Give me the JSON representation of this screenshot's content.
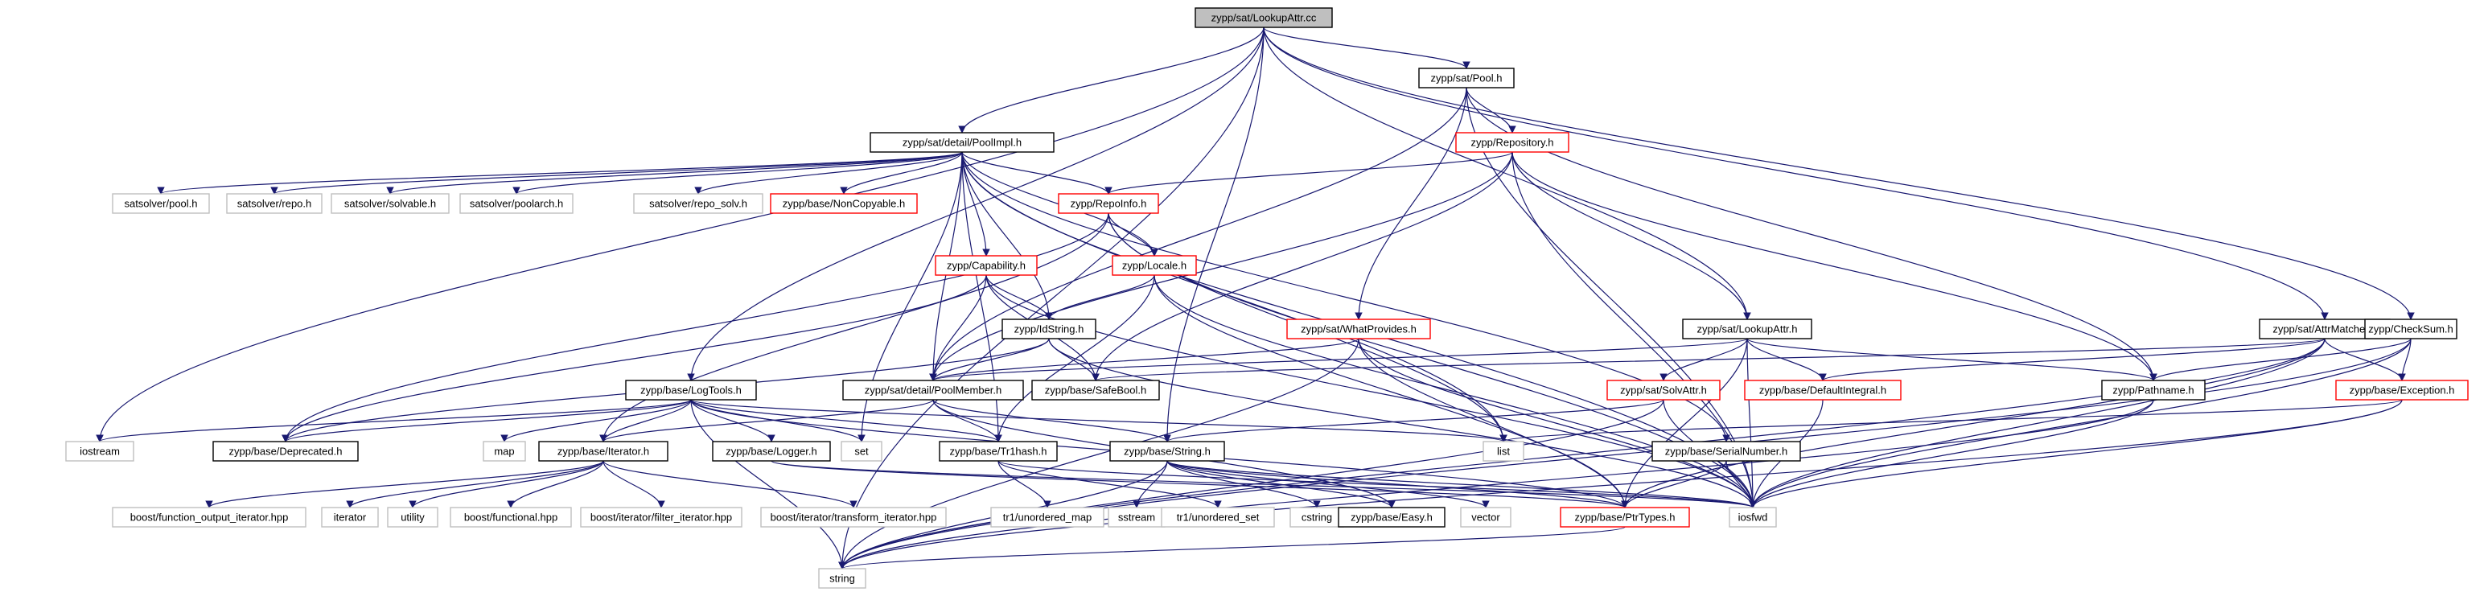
{
  "edge_color": "#191970",
  "node_border_colors": {
    "root": "#000000",
    "normal": "#000000",
    "red": "#ff0000",
    "gray": "#bfbfbf"
  },
  "root_fill": "#bfbfbf",
  "nodes": [
    {
      "id": "root",
      "label": "zypp/sat/LookupAttr.cc",
      "kind": "root"
    },
    {
      "id": "poolimpl",
      "label": "zypp/sat/detail/PoolImpl.h",
      "kind": "normal"
    },
    {
      "id": "pool",
      "label": "zypp/sat/Pool.h",
      "kind": "normal"
    },
    {
      "id": "repository",
      "label": "zypp/Repository.h",
      "kind": "red"
    },
    {
      "id": "attrmatcher",
      "label": "zypp/sat/AttrMatcher.h",
      "kind": "normal"
    },
    {
      "id": "checksum",
      "label": "zypp/CheckSum.h",
      "kind": "normal"
    },
    {
      "id": "solvpool",
      "label": "satsolver/pool.h",
      "kind": "gray"
    },
    {
      "id": "solvrepo",
      "label": "satsolver/repo.h",
      "kind": "gray"
    },
    {
      "id": "solvsolvable",
      "label": "satsolver/solvable.h",
      "kind": "gray"
    },
    {
      "id": "solvpoolarch",
      "label": "satsolver/poolarch.h",
      "kind": "gray"
    },
    {
      "id": "solvreposolv",
      "label": "satsolver/repo_solv.h",
      "kind": "gray"
    },
    {
      "id": "noncopyable",
      "label": "zypp/base/NonCopyable.h",
      "kind": "red"
    },
    {
      "id": "repoinfo",
      "label": "zypp/RepoInfo.h",
      "kind": "red"
    },
    {
      "id": "capability",
      "label": "zypp/Capability.h",
      "kind": "red"
    },
    {
      "id": "locale",
      "label": "zypp/Locale.h",
      "kind": "red"
    },
    {
      "id": "idstring",
      "label": "zypp/IdString.h",
      "kind": "normal"
    },
    {
      "id": "whatprovides",
      "label": "zypp/sat/WhatProvides.h",
      "kind": "red"
    },
    {
      "id": "lookupattrh",
      "label": "zypp/sat/LookupAttr.h",
      "kind": "normal"
    },
    {
      "id": "logtools",
      "label": "zypp/base/LogTools.h",
      "kind": "normal"
    },
    {
      "id": "poolmember",
      "label": "zypp/sat/detail/PoolMember.h",
      "kind": "normal"
    },
    {
      "id": "safebool",
      "label": "zypp/base/SafeBool.h",
      "kind": "normal"
    },
    {
      "id": "solvattr",
      "label": "zypp/sat/SolvAttr.h",
      "kind": "red"
    },
    {
      "id": "defaultintegral",
      "label": "zypp/base/DefaultIntegral.h",
      "kind": "red"
    },
    {
      "id": "pathname",
      "label": "zypp/Pathname.h",
      "kind": "normal"
    },
    {
      "id": "exception",
      "label": "zypp/base/Exception.h",
      "kind": "red"
    },
    {
      "id": "iostream",
      "label": "iostream",
      "kind": "gray"
    },
    {
      "id": "deprecated",
      "label": "zypp/base/Deprecated.h",
      "kind": "normal"
    },
    {
      "id": "map",
      "label": "map",
      "kind": "gray"
    },
    {
      "id": "iterator_h",
      "label": "zypp/base/Iterator.h",
      "kind": "normal"
    },
    {
      "id": "set",
      "label": "set",
      "kind": "gray"
    },
    {
      "id": "logger",
      "label": "zypp/base/Logger.h",
      "kind": "normal"
    },
    {
      "id": "tr1hash",
      "label": "zypp/base/Tr1hash.h",
      "kind": "normal"
    },
    {
      "id": "stringh",
      "label": "zypp/base/String.h",
      "kind": "normal"
    },
    {
      "id": "list",
      "label": "list",
      "kind": "gray"
    },
    {
      "id": "serialnumber",
      "label": "zypp/base/SerialNumber.h",
      "kind": "normal"
    },
    {
      "id": "bfoi",
      "label": "boost/function_output_iterator.hpp",
      "kind": "gray"
    },
    {
      "id": "iterator",
      "label": "iterator",
      "kind": "gray"
    },
    {
      "id": "utility",
      "label": "utility",
      "kind": "gray"
    },
    {
      "id": "bfunctional",
      "label": "boost/functional.hpp",
      "kind": "gray"
    },
    {
      "id": "bfilter",
      "label": "boost/iterator/filter_iterator.hpp",
      "kind": "gray"
    },
    {
      "id": "btransform",
      "label": "boost/iterator/transform_iterator.hpp",
      "kind": "gray"
    },
    {
      "id": "tr1map",
      "label": "tr1/unordered_map",
      "kind": "gray"
    },
    {
      "id": "sstream",
      "label": "sstream",
      "kind": "gray"
    },
    {
      "id": "tr1set",
      "label": "tr1/unordered_set",
      "kind": "gray"
    },
    {
      "id": "cstring",
      "label": "cstring",
      "kind": "gray"
    },
    {
      "id": "easy",
      "label": "zypp/base/Easy.h",
      "kind": "normal"
    },
    {
      "id": "vector",
      "label": "vector",
      "kind": "gray"
    },
    {
      "id": "ptrtypes",
      "label": "zypp/base/PtrTypes.h",
      "kind": "red"
    },
    {
      "id": "iosfwd",
      "label": "iosfwd",
      "kind": "gray"
    },
    {
      "id": "string",
      "label": "string",
      "kind": "gray"
    }
  ],
  "edges": [
    [
      "root",
      "poolimpl"
    ],
    [
      "root",
      "pool"
    ],
    [
      "root",
      "lookupattrh"
    ],
    [
      "root",
      "attrmatcher"
    ],
    [
      "root",
      "checksum"
    ],
    [
      "root",
      "logtools"
    ],
    [
      "root",
      "iostream"
    ],
    [
      "root",
      "stringh"
    ],
    [
      "root",
      "string"
    ],
    [
      "poolimpl",
      "solvpool"
    ],
    [
      "poolimpl",
      "solvrepo"
    ],
    [
      "poolimpl",
      "solvsolvable"
    ],
    [
      "poolimpl",
      "solvpoolarch"
    ],
    [
      "poolimpl",
      "solvreposolv"
    ],
    [
      "poolimpl",
      "noncopyable"
    ],
    [
      "poolimpl",
      "repoinfo"
    ],
    [
      "poolimpl",
      "capability"
    ],
    [
      "poolimpl",
      "locale"
    ],
    [
      "poolimpl",
      "idstring"
    ],
    [
      "poolimpl",
      "poolmember"
    ],
    [
      "poolimpl",
      "tr1hash"
    ],
    [
      "poolimpl",
      "set"
    ],
    [
      "poolimpl",
      "list"
    ],
    [
      "poolimpl",
      "iosfwd"
    ],
    [
      "poolimpl",
      "serialnumber"
    ],
    [
      "pool",
      "repository"
    ],
    [
      "pool",
      "whatprovides"
    ],
    [
      "pool",
      "poolmember"
    ],
    [
      "pool",
      "pathname"
    ],
    [
      "pool",
      "iosfwd"
    ],
    [
      "repository",
      "repoinfo"
    ],
    [
      "repository",
      "lookupattrh"
    ],
    [
      "repository",
      "poolmember"
    ],
    [
      "repository",
      "safebool"
    ],
    [
      "repository",
      "iosfwd"
    ],
    [
      "repository",
      "pathname"
    ],
    [
      "repoinfo",
      "locale"
    ],
    [
      "repoinfo",
      "deprecated"
    ],
    [
      "repoinfo",
      "iterator_h"
    ],
    [
      "repoinfo",
      "iosfwd"
    ],
    [
      "repoinfo",
      "list"
    ],
    [
      "capability",
      "idstring"
    ],
    [
      "capability",
      "poolmember"
    ],
    [
      "capability",
      "safebool"
    ],
    [
      "capability",
      "deprecated"
    ],
    [
      "capability",
      "iosfwd"
    ],
    [
      "locale",
      "idstring"
    ],
    [
      "locale",
      "tr1hash"
    ],
    [
      "locale",
      "ptrtypes"
    ],
    [
      "locale",
      "iosfwd"
    ],
    [
      "idstring",
      "poolmember"
    ],
    [
      "idstring",
      "safebool"
    ],
    [
      "idstring",
      "deprecated"
    ],
    [
      "idstring",
      "iosfwd"
    ],
    [
      "whatprovides",
      "poolmember"
    ],
    [
      "whatprovides",
      "ptrtypes"
    ],
    [
      "whatprovides",
      "iosfwd"
    ],
    [
      "whatprovides",
      "string"
    ],
    [
      "lookupattrh",
      "poolmember"
    ],
    [
      "lookupattrh",
      "solvattr"
    ],
    [
      "lookupattrh",
      "defaultintegral"
    ],
    [
      "lookupattrh",
      "pathname"
    ],
    [
      "lookupattrh",
      "ptrtypes"
    ],
    [
      "lookupattrh",
      "iosfwd"
    ],
    [
      "attrmatcher",
      "exception"
    ],
    [
      "attrmatcher",
      "defaultintegral"
    ],
    [
      "attrmatcher",
      "safebool"
    ],
    [
      "attrmatcher",
      "ptrtypes"
    ],
    [
      "attrmatcher",
      "iosfwd"
    ],
    [
      "attrmatcher",
      "string"
    ],
    [
      "checksum",
      "exception"
    ],
    [
      "checksum",
      "pathname"
    ],
    [
      "checksum",
      "iosfwd"
    ],
    [
      "checksum",
      "string"
    ],
    [
      "logtools",
      "iostream"
    ],
    [
      "logtools",
      "map"
    ],
    [
      "logtools",
      "set"
    ],
    [
      "logtools",
      "list"
    ],
    [
      "logtools",
      "iterator_h"
    ],
    [
      "logtools",
      "logger"
    ],
    [
      "logtools",
      "deprecated"
    ],
    [
      "logtools",
      "tr1hash"
    ],
    [
      "logtools",
      "string"
    ],
    [
      "logtools",
      "ptrtypes"
    ],
    [
      "poolmember",
      "iterator_h"
    ],
    [
      "poolmember",
      "tr1hash"
    ],
    [
      "poolmember",
      "stringh"
    ],
    [
      "poolmember",
      "easy"
    ],
    [
      "solvattr",
      "stringh"
    ],
    [
      "solvattr",
      "iosfwd"
    ],
    [
      "solvattr",
      "string"
    ],
    [
      "defaultintegral",
      "iosfwd"
    ],
    [
      "pathname",
      "iosfwd"
    ],
    [
      "pathname",
      "string"
    ],
    [
      "exception",
      "list"
    ],
    [
      "exception",
      "iosfwd"
    ],
    [
      "exception",
      "string"
    ],
    [
      "iterator_h",
      "bfoi"
    ],
    [
      "iterator_h",
      "iterator"
    ],
    [
      "iterator_h",
      "utility"
    ],
    [
      "iterator_h",
      "bfunctional"
    ],
    [
      "iterator_h",
      "bfilter"
    ],
    [
      "iterator_h",
      "btransform"
    ],
    [
      "logger",
      "iosfwd"
    ],
    [
      "logger",
      "ptrtypes"
    ],
    [
      "tr1hash",
      "tr1map"
    ],
    [
      "tr1hash",
      "tr1set"
    ],
    [
      "tr1hash",
      "iosfwd"
    ],
    [
      "stringh",
      "sstream"
    ],
    [
      "stringh",
      "cstring"
    ],
    [
      "stringh",
      "easy"
    ],
    [
      "stringh",
      "vector"
    ],
    [
      "stringh",
      "ptrtypes"
    ],
    [
      "stringh",
      "iosfwd"
    ],
    [
      "stringh",
      "string"
    ],
    [
      "serialnumber",
      "ptrtypes"
    ],
    [
      "serialnumber",
      "iosfwd"
    ],
    [
      "ptrtypes",
      "string"
    ]
  ]
}
